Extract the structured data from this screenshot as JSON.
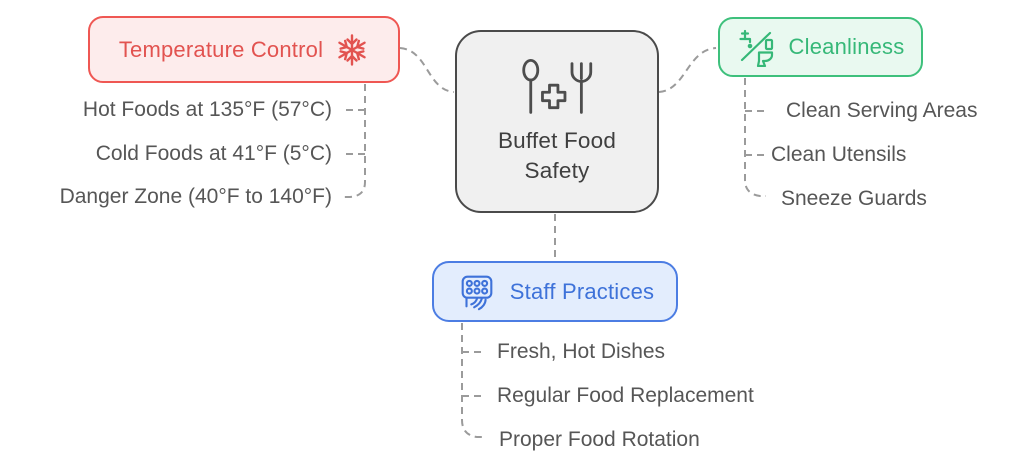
{
  "title": "Buffet Food Safety",
  "center_node": {
    "label": "Buffet Food Safety",
    "icon": "utensils-medical-cross-icon"
  },
  "branches": {
    "temperature_control": {
      "label": "Temperature Control",
      "icon": "snowflake-icon",
      "accent_color": "#ef5753",
      "fill_color": "#fdecec",
      "items": [
        "Hot Foods at 135°F (57°C)",
        "Cold Foods at 41°F (5°C)",
        "Danger Zone (40°F to 140°F)"
      ]
    },
    "cleanliness": {
      "label": "Cleanliness",
      "icon": "faucet-toilet-sanitation-icon",
      "accent_color": "#3ec07c",
      "fill_color": "#e9f9f0",
      "items": [
        "Clean Serving Areas",
        "Clean Utensils",
        "Sneeze Guards"
      ]
    },
    "staff_practices": {
      "label": "Staff Practices",
      "icon": "shower-head-icon",
      "accent_color": "#4c7de3",
      "fill_color": "#e3edfd",
      "items": [
        "Fresh, Hot Dishes",
        "Regular Food Replacement",
        "Proper Food Rotation"
      ]
    }
  },
  "connector_style": {
    "color": "#9b9b9b",
    "pattern": "dashed"
  },
  "text_color": "#565656",
  "center_colors": {
    "fill": "#f0f0f0",
    "stroke": "#4a4a4a"
  }
}
